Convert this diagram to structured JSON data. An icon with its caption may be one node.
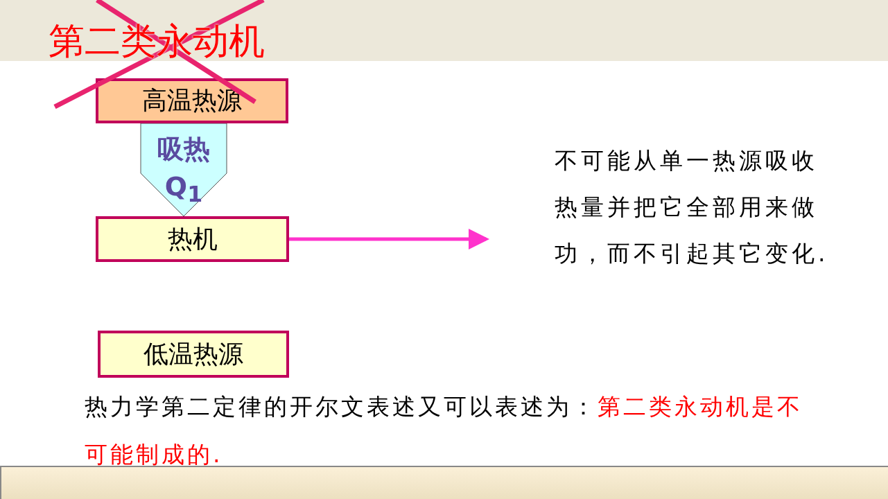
{
  "diagram": {
    "title": "第二类永动机",
    "nodes": [
      {
        "text": [
          "高温热源"
        ]
      },
      {
        "text": [
          "热机"
        ]
      },
      {
        "text": [
          "低温热源"
        ]
      }
    ],
    "edges": [
      {
        "from": 0,
        "to": 1,
        "arrow": "to",
        "label": "吸热 Q$_{1}$",
        "style": "thick",
        "color": "#ccffff"
      },
      {
        "from": 1,
        "to": null,
        "arrow": "to"
      }
    ],
    "labels": [
      "不可能从单一热源吸收热量并把它全部用来做功，而不引起其它变化.",
      "热力学第二定律的开尔文表述又可以表述为：",
      "第二类永动机是不可能制成的."
    ]
  }
}
